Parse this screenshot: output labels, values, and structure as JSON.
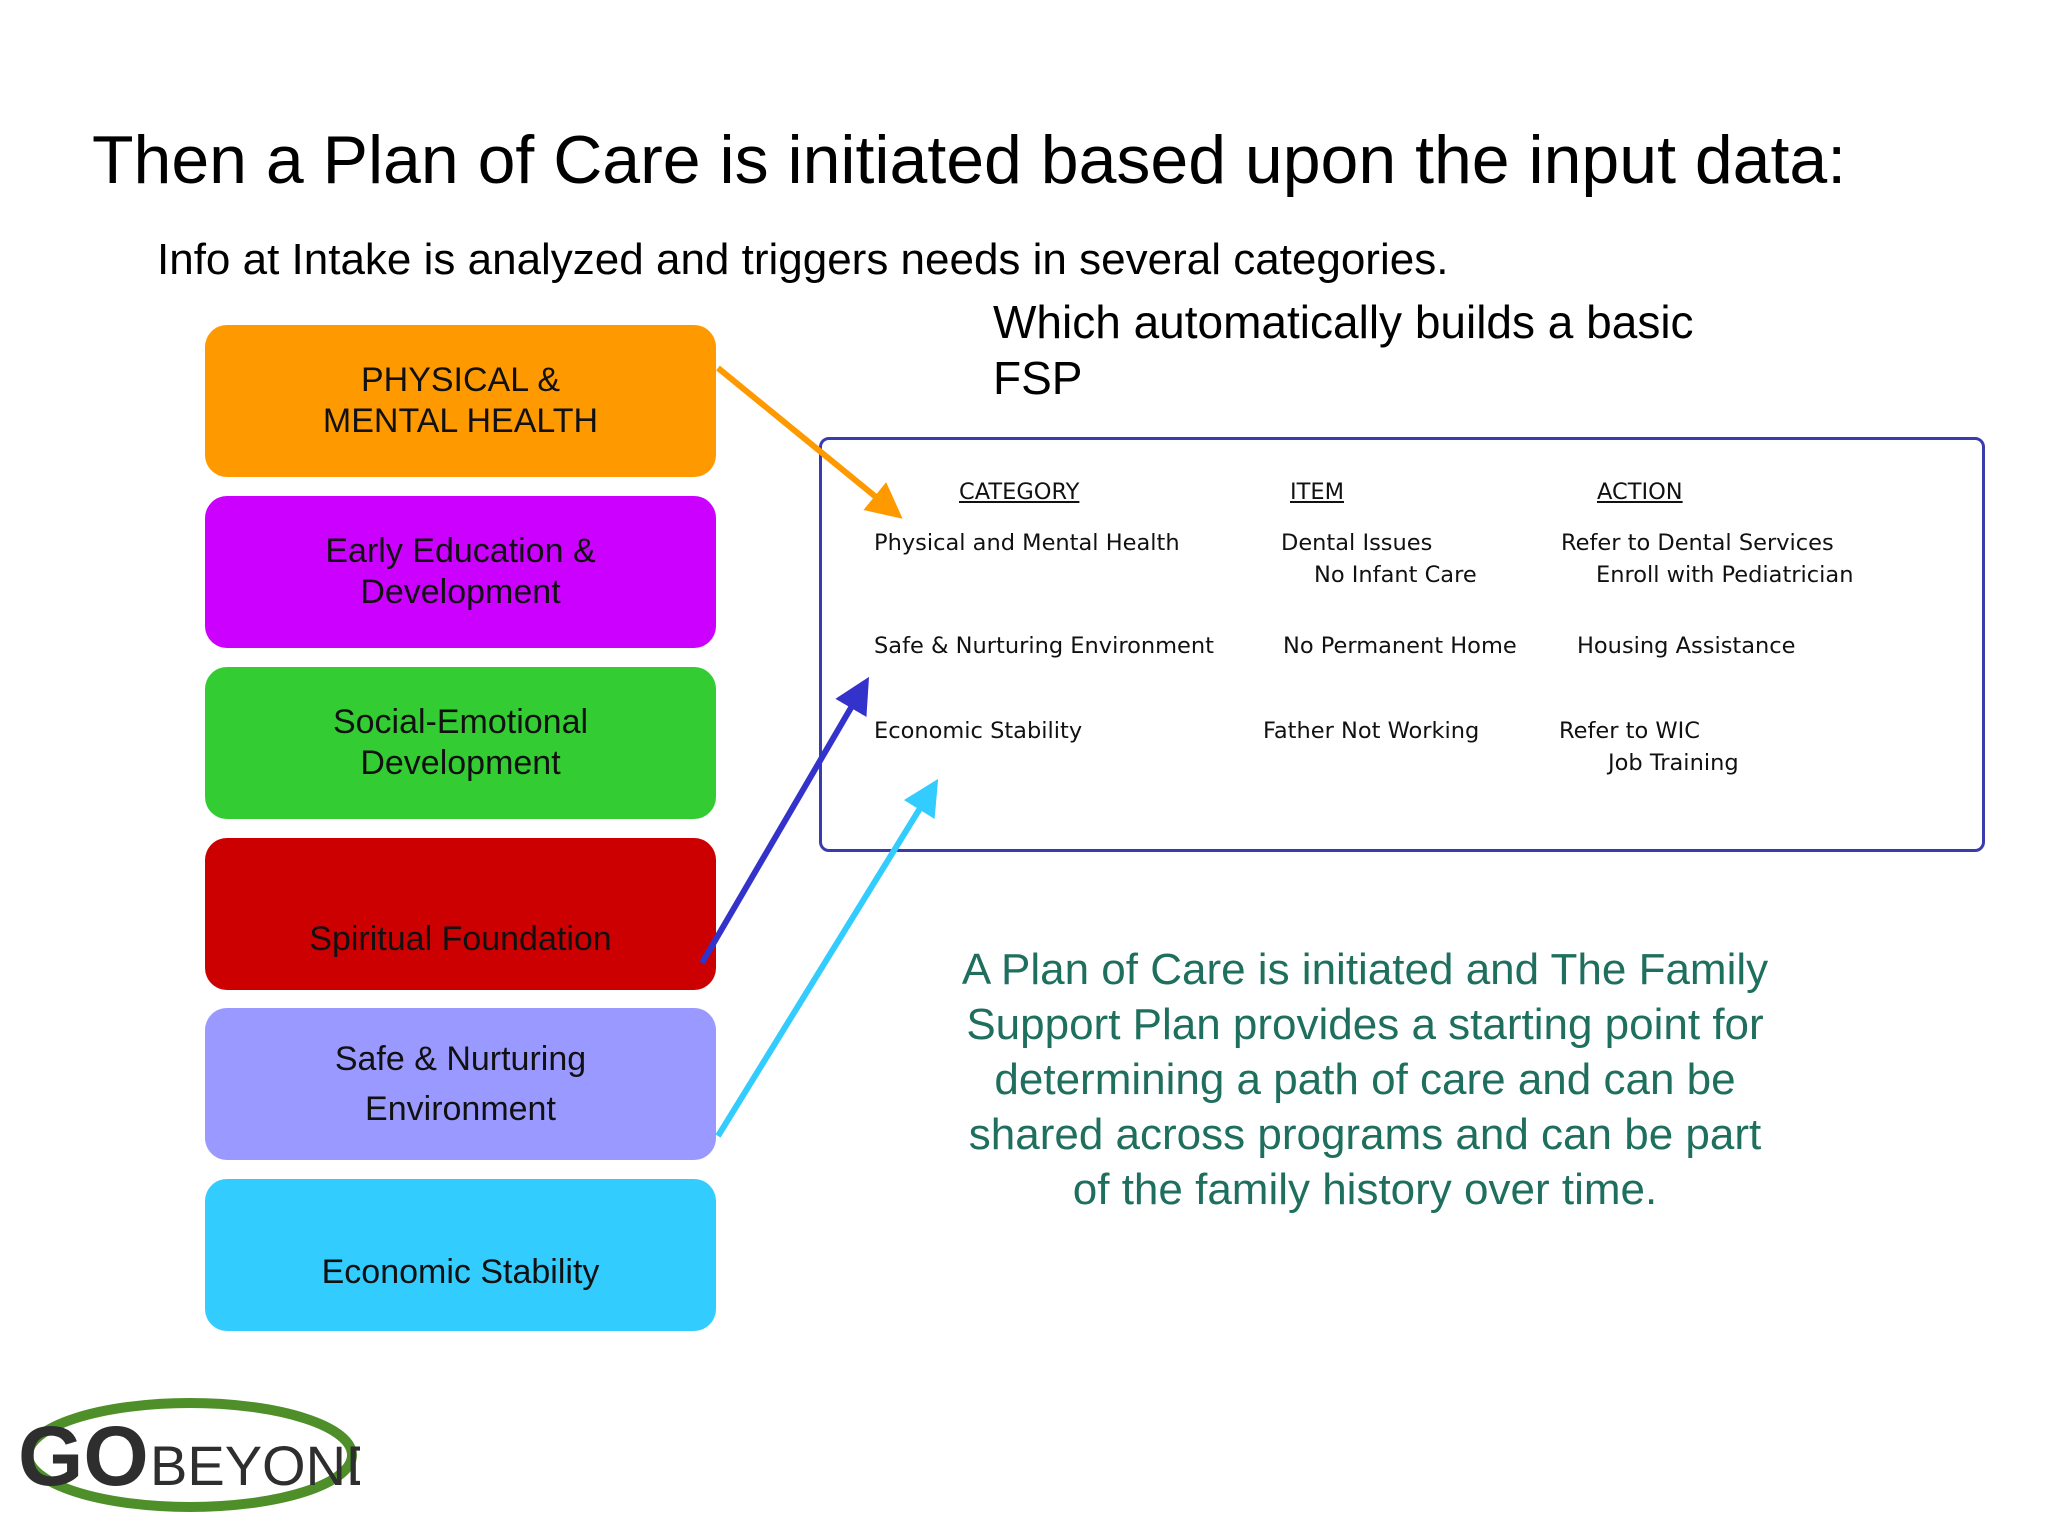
{
  "title": "Then a Plan of Care is initiated based upon the input data:",
  "subtitle": "Info at Intake is analyzed and triggers needs in several categories.",
  "builds_text": "Which automatically builds a basic FSP",
  "categories": [
    {
      "label": "PHYSICAL &\nMENTAL HEALTH",
      "color": "#FF9900"
    },
    {
      "label": "Early Education &\nDevelopment",
      "color": "#CC00FF"
    },
    {
      "label": "Social-Emotional\nDevelopment",
      "color": "#33CC33"
    },
    {
      "label": "Spiritual Foundation",
      "color": "#CC0000"
    },
    {
      "label": "Safe & Nurturing\nEnvironment",
      "color": "#9999FF"
    },
    {
      "label": "Economic Stability",
      "color": "#33CCFF"
    }
  ],
  "fsp": {
    "headers": {
      "category": "CATEGORY",
      "item": "ITEM",
      "action": "ACTION"
    },
    "rows": [
      {
        "category": "Physical and Mental Health",
        "item_1": "Dental Issues",
        "item_2": "No Infant Care",
        "action_1": "Refer to Dental Services",
        "action_2": "Enroll with Pediatrician"
      },
      {
        "category": "Safe & Nurturing Environment",
        "item_1": "No Permanent Home",
        "action_1": "Housing Assistance"
      },
      {
        "category": "Economic Stability",
        "item_1": "Father Not Working",
        "action_1": "Refer to WIC",
        "action_2": "Job Training"
      }
    ]
  },
  "summary": "A Plan of Care is initiated and The Family Support Plan provides a starting point for determining a path of care and can be shared across programs and can be part of the family history over time.",
  "arrows": [
    {
      "from": "PHYSICAL & MENTAL HEALTH",
      "to": "Physical and Mental Health",
      "color": "#FF9900"
    },
    {
      "from": "Spiritual Foundation",
      "to": "Safe & Nurturing Environment",
      "color": "#3333CC"
    },
    {
      "from": "Safe & Nurturing Environment",
      "to": "Economic Stability",
      "color": "#33CCFF"
    }
  ],
  "logo": {
    "text_go": "GO",
    "text_beyond": "BEYOND",
    "ring_color": "#4f8f2a"
  }
}
